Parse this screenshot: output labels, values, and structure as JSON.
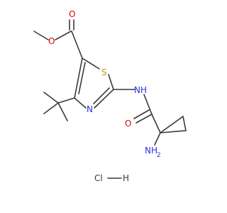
{
  "molecule": {
    "atoms": {
      "ester_o_carbonyl": "O",
      "ester_o_ether": "O",
      "ring_s": "S",
      "ring_n": "N",
      "amide_nh": "NH",
      "amide_o": "O",
      "amine": "NH",
      "amine_h2": "2",
      "hcl_cl": "Cl",
      "hcl_h": "H"
    },
    "colors": {
      "oxygen": "#e00000",
      "nitrogen": "#2a32d8",
      "sulfur": "#b8a000",
      "bond": "#3a3a3a"
    }
  }
}
